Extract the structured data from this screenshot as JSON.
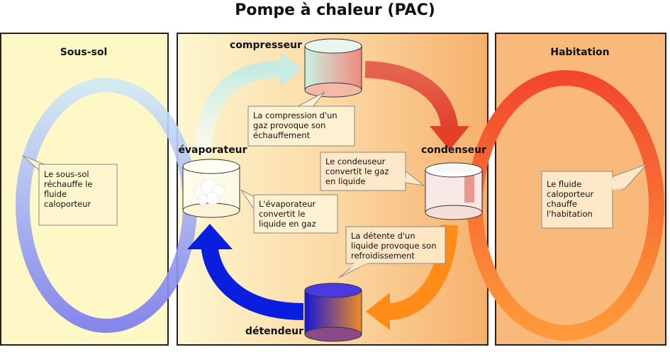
{
  "title": "Pompe à chaleur (PAC)",
  "panels": {
    "left": "Sous-sol",
    "right": "Habitation"
  },
  "components": {
    "compresseur": "compresseur",
    "condenseur": "condenseur",
    "detendeur": "détendeur",
    "evaporateur": "évaporateur"
  },
  "notes": {
    "sous_sol": [
      "Le sous-sol",
      "réchauffe le",
      "fluide",
      "caloporteur"
    ],
    "compression": [
      "La compression d'un",
      "gaz provoque son",
      "échauffement"
    ],
    "condenseur": [
      "Le condeuseur",
      "convertit le gaz",
      "en liquide"
    ],
    "evaporateur": [
      "L'évaporateur",
      "convertit le",
      "liquide en gaz"
    ],
    "detente": [
      "La détente d'un",
      "liquide provoque son",
      "refroidissement"
    ],
    "habitation": [
      "Le fluide",
      "caloporteur",
      "chauffe",
      "l'habitation"
    ]
  },
  "colors": {
    "left_panel": "#fdf8c6",
    "right_panel": "#f9b97a",
    "hot": "#e5432f",
    "warm": "#fb8a1e",
    "cold": "#0a1ee0",
    "cool": "#cfeee9"
  }
}
